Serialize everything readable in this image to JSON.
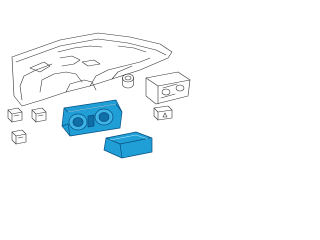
{
  "diagram": {
    "parts": [
      {
        "name": "instrument-panel"
      },
      {
        "name": "knob"
      },
      {
        "name": "climate-control"
      },
      {
        "name": "switch-1"
      },
      {
        "name": "switch-2"
      },
      {
        "name": "switch-3"
      },
      {
        "name": "hazard-switch"
      },
      {
        "name": "instrument-cluster",
        "highlighted": true
      },
      {
        "name": "cluster-lens",
        "highlighted": true
      }
    ],
    "colors": {
      "line": "#333333",
      "highlight_fill": "#1f9fd6",
      "highlight_stroke": "#0a4f80",
      "background": "#ffffff"
    }
  }
}
